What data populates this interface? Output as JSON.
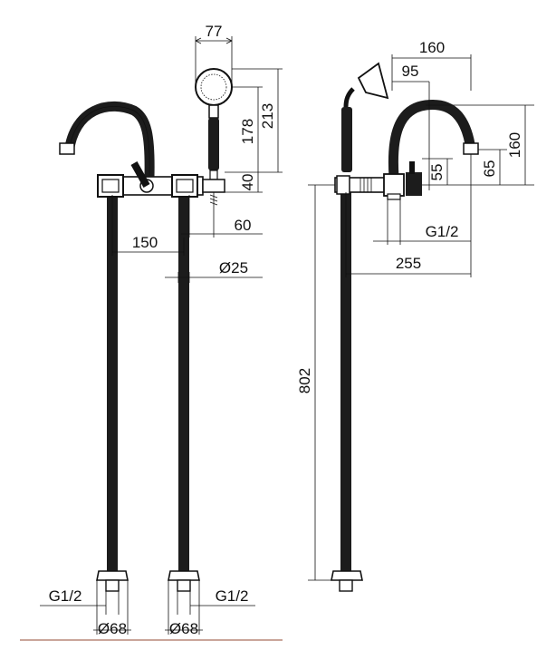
{
  "dimensions": {
    "front": {
      "shower_head_width": "77",
      "shower_height_178": "178",
      "shower_height_213": "213",
      "shower_offset_40": "40",
      "outlet_offset_60": "60",
      "pipe_spacing": "150",
      "pipe_diameter": "Ø25",
      "left_thread": "G1/2",
      "right_thread": "G1/2",
      "left_base_diameter": "Ø68",
      "right_base_diameter": "Ø68"
    },
    "side": {
      "spout_width": "160",
      "handshower_offset": "95",
      "spout_height": "160",
      "valve_height_65": "65",
      "valve_height_55": "55",
      "thread": "G1/2",
      "total_reach": "255",
      "total_height": "802"
    }
  },
  "colors": {
    "line": "#111111",
    "body_fill": "#1c1c1c",
    "bottom_rule": "#c9a59a"
  }
}
